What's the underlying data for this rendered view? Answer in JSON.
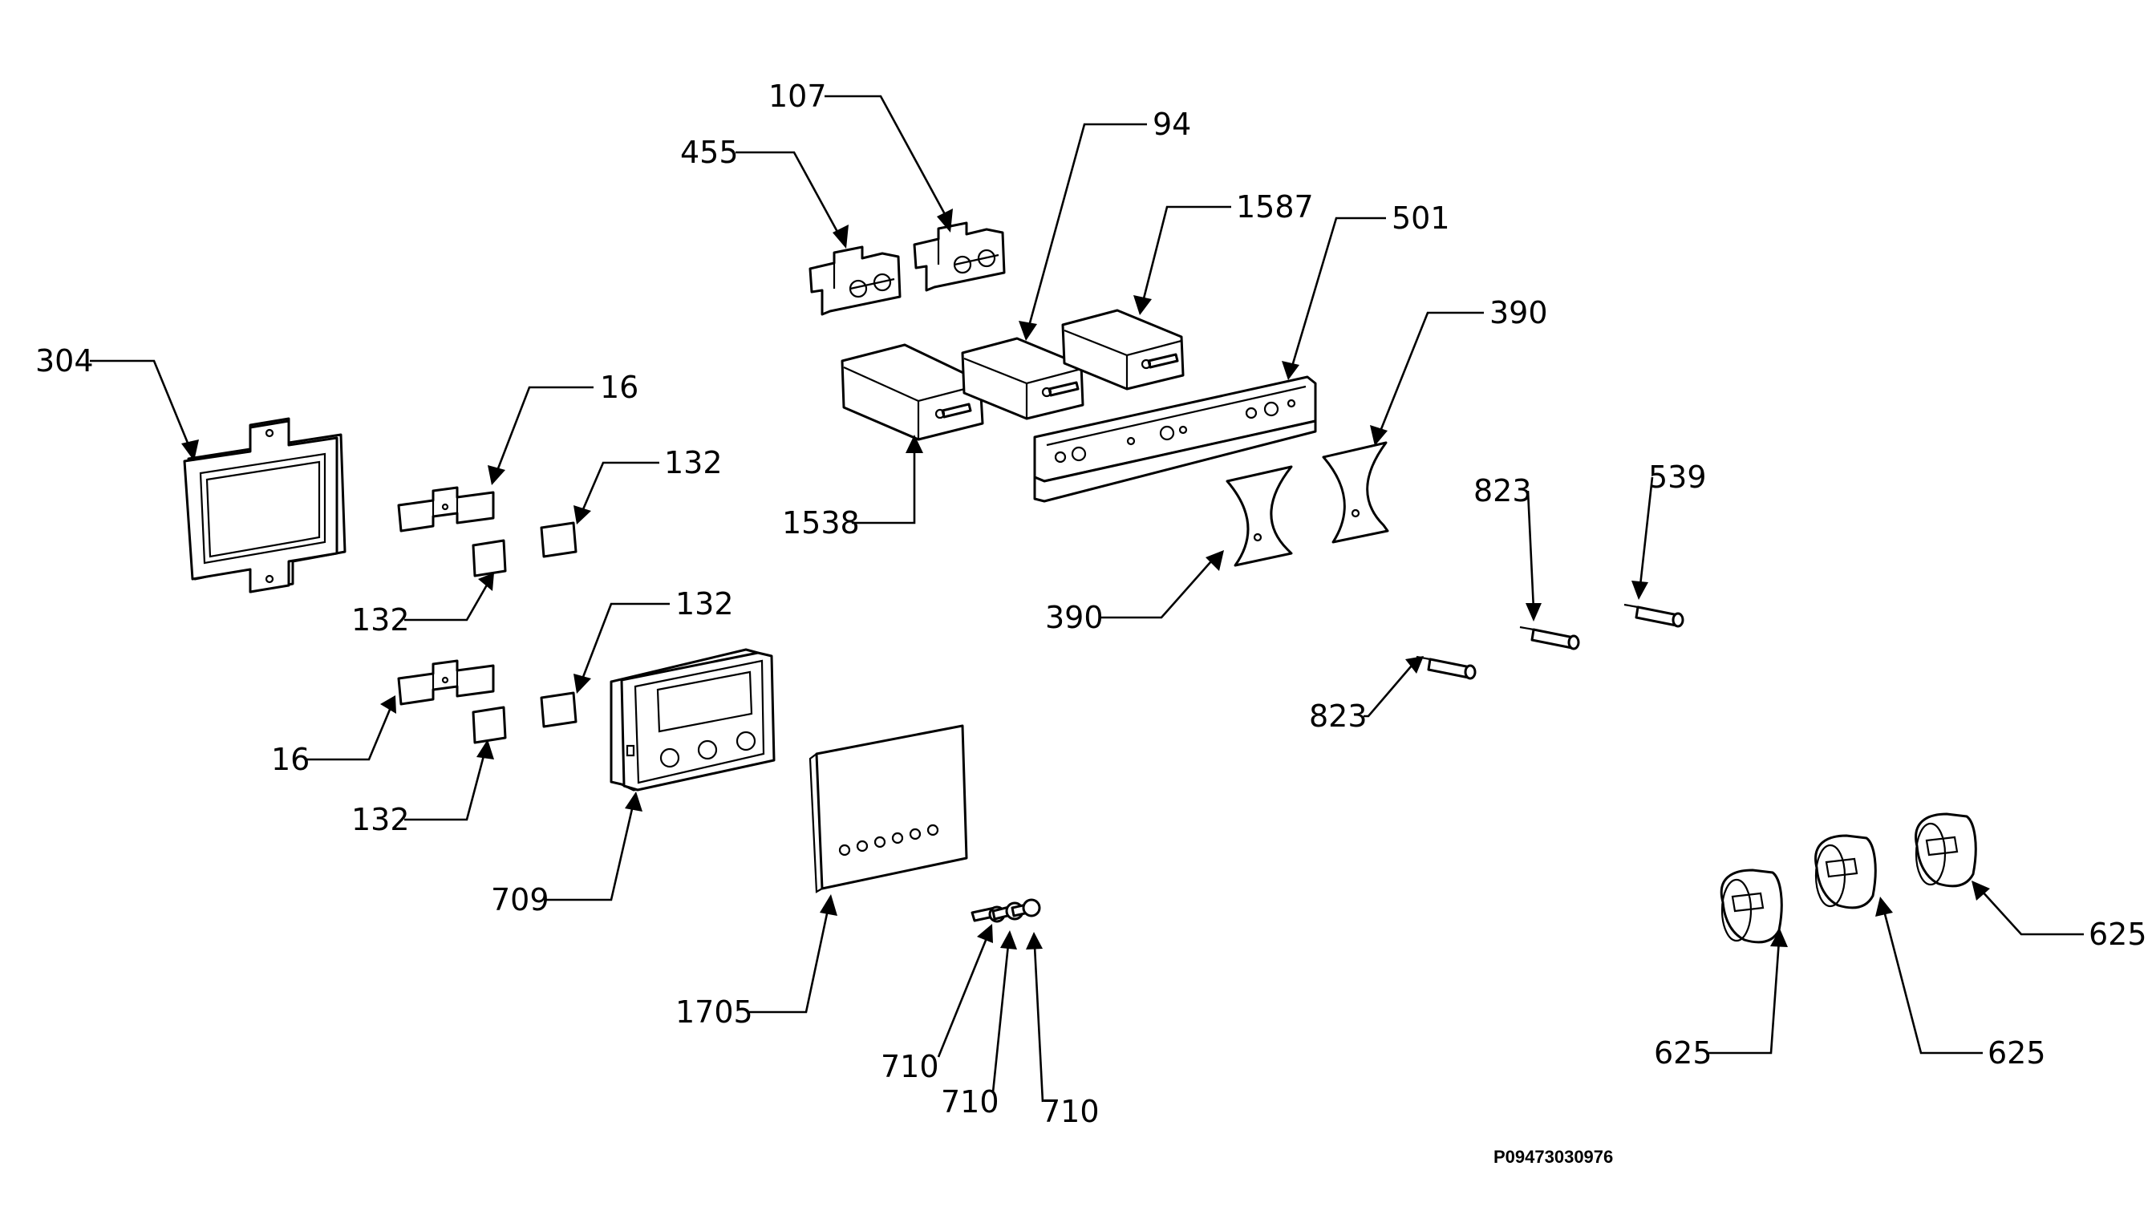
{
  "diagram": {
    "catalog_code": "P09473030976",
    "labels": [
      {
        "id": "l107",
        "text": "107"
      },
      {
        "id": "l455",
        "text": "455"
      },
      {
        "id": "l94",
        "text": "94"
      },
      {
        "id": "l1587",
        "text": "1587"
      },
      {
        "id": "l501",
        "text": "501"
      },
      {
        "id": "l390a",
        "text": "390"
      },
      {
        "id": "l390b",
        "text": "390"
      },
      {
        "id": "l304",
        "text": "304"
      },
      {
        "id": "l16a",
        "text": "16"
      },
      {
        "id": "l132a",
        "text": "132"
      },
      {
        "id": "l132b",
        "text": "132"
      },
      {
        "id": "l132c",
        "text": "132"
      },
      {
        "id": "l132d",
        "text": "132"
      },
      {
        "id": "l16b",
        "text": "16"
      },
      {
        "id": "l1538",
        "text": "1538"
      },
      {
        "id": "l823a",
        "text": "823"
      },
      {
        "id": "l539",
        "text": "539"
      },
      {
        "id": "l823b",
        "text": "823"
      },
      {
        "id": "l709",
        "text": "709"
      },
      {
        "id": "l1705",
        "text": "1705"
      },
      {
        "id": "l710a",
        "text": "710"
      },
      {
        "id": "l710b",
        "text": "710"
      },
      {
        "id": "l710c",
        "text": "710"
      },
      {
        "id": "l625a",
        "text": "625"
      },
      {
        "id": "l625b",
        "text": "625"
      },
      {
        "id": "l625c",
        "text": "625"
      }
    ]
  }
}
